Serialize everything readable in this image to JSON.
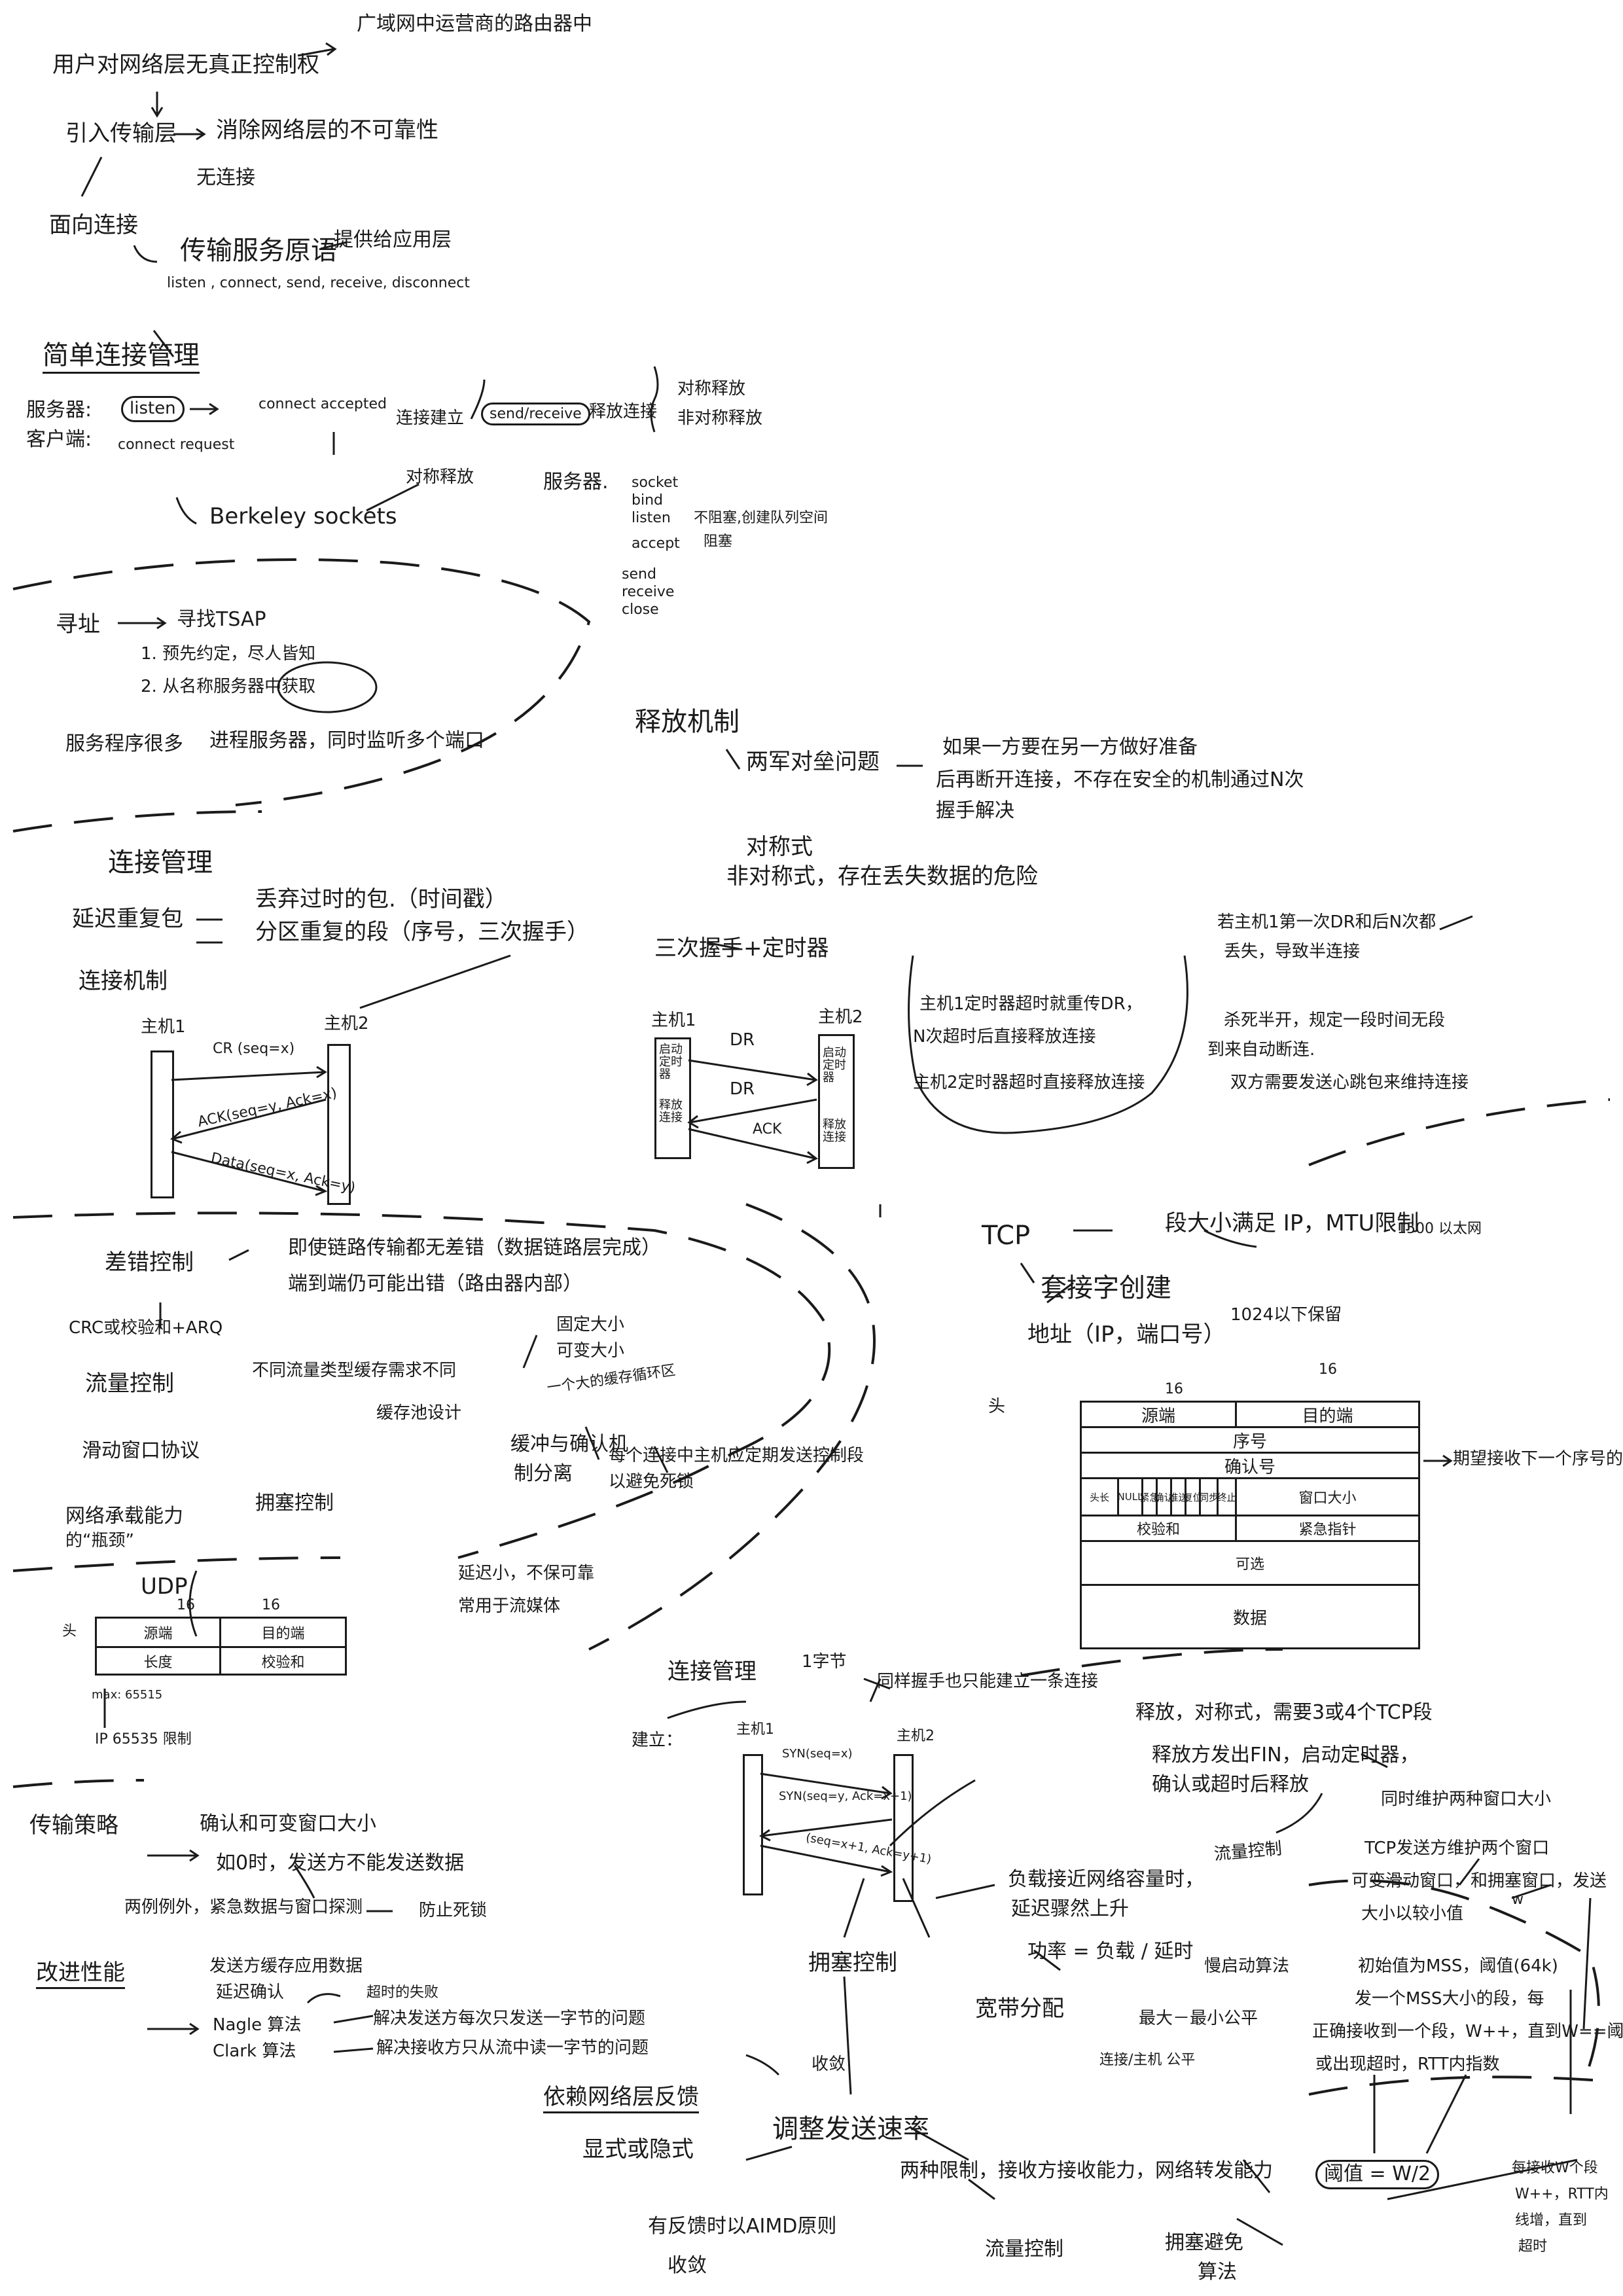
{
  "s1": {
    "user_no_control": "用户对网络层无真正控制权",
    "routers_in_wan": "广域网中运营商的路由器中",
    "hence_transport": "引入传输层",
    "eliminate_unreliable": "消除网络层的不可靠性",
    "connectionless": "无连接",
    "connection_oriented": "面向连接",
    "primitives": "传输服务原语",
    "provide_to_app": "提供给应用层",
    "primitive_list": "listen ,  connect, send, receive, disconnect"
  },
  "s2": {
    "title": "简单连接管理",
    "server": "服务器:",
    "client": "客户端:",
    "listen": "listen",
    "connect_request": "connect request",
    "connect_accepted": "connect accepted",
    "established": "连接建立",
    "send_receive": "send/receive",
    "release": "释放连接",
    "sym_release": "对称释放",
    "asym_release": "非对称释放",
    "berkeley": "Berkeley  sockets",
    "berkeley_sym": "对称释放",
    "server2": "服务器.",
    "calls": [
      "socket",
      "bind",
      "listen",
      "accept",
      "send",
      "receive",
      "close"
    ],
    "listen_note": "不阻塞,创建队列空间",
    "accept_note": "阻塞"
  },
  "s3": {
    "addressing": "寻址",
    "find_tsap": "寻找TSAP",
    "way1": "1.  预先约定，尽人皆知",
    "way2": "2.  从名称服务器中获取",
    "many_services": "服务程序很多",
    "process_server": "进程服务器，同时监听多个端口"
  },
  "s4": {
    "release_title": "释放机制",
    "two_army": "两军对垒问题",
    "if_each": "如果一方要在另一方做好准备",
    "then_break": "后再断开连接，不存在安全的机制通过N次",
    "handshakes": "握手解决",
    "symmetric": "对称式",
    "asymmetric": "非对称式，存在丢失数据的危险",
    "three_way_timer": "三次握手+定时器",
    "host1": "主机1",
    "host2": "主机2",
    "dr1": "DR",
    "dr2": "DR",
    "ack": "ACK",
    "h1_bar1": "启动定时器",
    "h1_bar2": "释放连接",
    "h2_bar1": "启动定时器",
    "h2_bar2": "释放连接",
    "note1": "主机1定时器超时就重传DR，",
    "note2": "N次超时后直接释放连接",
    "note3": "主机2定时器超时直接释放连接",
    "if_lost1": "若主机1第一次DR和后N次都",
    "if_lost2": "丢失，导致半连接",
    "fix1": "杀死半开，规定一段时间无段",
    "fix2": "到来自动断连.",
    "fix3": "双方需要发送心跳包来维持连接"
  },
  "s5": {
    "conn_mgmt": "连接管理",
    "delayed_dup": "延迟重复包",
    "discard_old": "丢弃过时的包.（时间戳）",
    "distinguish": "分区重复的段（序号，三次握手）",
    "conn_mechanism": "连接机制",
    "host1": "主机1",
    "host2": "主机2",
    "cr": "CR (seq=x)",
    "ack_msg": "ACK(seq=y, Ack=x)",
    "data_msg": "Data(seq=x, Ack=y)"
  },
  "s6": {
    "error_control": "差错控制",
    "even_if": "即使链路传输都无差错（数据链路层完成）",
    "end_to_end": "端到端仍可能出错（路由器内部）",
    "crc": "CRC或校验和+ARQ",
    "flow_control": "流量控制",
    "diff_traffic": "不同流量类型缓存需求不同",
    "buffer_design": "缓存池设计",
    "sliding_window": "滑动窗口协议",
    "fixed_size": "固定大小",
    "variable_size": "可变大小",
    "big_circular": "一个大的缓存循环区",
    "buffer_ack": "缓冲与确认机",
    "separate": "制分离",
    "each_conn": "每个连接中主机应定期发送控制段",
    "avoid_deadlock": "以避免死锁",
    "net_capacity1": "网络承载能力",
    "net_capacity2": "的“瓶颈”",
    "congestion_ctrl": "拥塞控制"
  },
  "s7": {
    "tcp": "TCP",
    "segment_limit": "段大小满足 IP，MTU限制",
    "mtu_1500": "1500 以太网",
    "socket_create": "套接字创建",
    "address": "地址（IP，端口号）",
    "reserved_1024": "1024以下保留",
    "header_mark": "头",
    "bits16a": "16",
    "bits16b": "16",
    "src_port": "源端",
    "dst_port": "目的端",
    "seq": "序号",
    "ack_no": "确认号",
    "flags": [
      "头长",
      "NULL",
      "紧急",
      "确认",
      "推送",
      "复位",
      "同步",
      "终止"
    ],
    "window": "窗口大小",
    "checksum": "校验和",
    "urgent_ptr": "紧急指针",
    "options": "可选",
    "data": "数据",
    "expect_next": "期望接收下一个序号的值"
  },
  "s8": {
    "udp": "UDP",
    "side_mark": "头",
    "b16a": "16",
    "b16b": "16",
    "src": "源端",
    "dst": "目的端",
    "len": "长度",
    "checksum": "校验和",
    "max_note": "max: 65515",
    "ip_note": "IP 65535 限制",
    "low_delay": "延迟小，不保可靠",
    "for_streaming": "常用于流媒体"
  },
  "s9": {
    "conn_mgmt": "连接管理",
    "one_byte": "1字节",
    "same_handshake": "同样握手也只能建立一条连接",
    "establish": "建立：",
    "host1": "主机1",
    "host2": "主机2",
    "syn1": "SYN(seq=x)",
    "syn2": "SYN(seq=y, Ack=x+1)",
    "ack3": "(seq=x+1, Ack=y+1)",
    "release": "释放，对称式，需要3或4个TCP段",
    "fin": "释放方发出FIN，启动定时器，",
    "ack_or_timeout": "确认或超时后释放"
  },
  "s10": {
    "strategy": "传输策略",
    "ack_window": "确认和可变窗口大小",
    "if_zero": "如0时，发送方不能发送数据",
    "exceptions": "两例例外，紧急数据与窗口探测",
    "prevent_deadlock": "防止死锁",
    "improve": "改进性能",
    "buffer_app": "发送方缓存应用数据",
    "delayed_ack": "延迟确认",
    "timeout_fail": "超时的失败",
    "nagle": "Nagle 算法",
    "nagle_desc": "解决发送方每次只发送一字节的问题",
    "clark": "Clark 算法",
    "clark_desc": "解决接收方只从流中读一字节的问题"
  },
  "s11": {
    "congestion": "拥塞控制",
    "load_near": "负载接近网络容量时，",
    "delay_rise": "延迟骤然上升",
    "power": "功率 = 负载 / 延时",
    "bandwidth": "宽带分配",
    "maxmin": "最大－最小公平",
    "conn_host_fair": "连接/主机 公平",
    "convergence": "收敛",
    "depend_feedback": "依赖网络层反馈",
    "explicit": "显式或隐式",
    "adjust_rate": "调整发送速率",
    "two_limits": "两种限制，接收方接收能力，网络转发能力",
    "aimd": "有反馈时以AIMD原则",
    "converge2": "收敛",
    "flow_ctrl": "流量控制",
    "cong_algo1": "拥塞避免",
    "cong_algo2": "算法",
    "flow_ctrl2": "流量控制",
    "two_windows": "同时维护两种窗口大小",
    "tcp_sender1": "TCP发送方维护两个窗口",
    "tcp_sender2": "可变滑动窗口，和拥塞窗口，发送",
    "tcp_sender3": "大小以较小值",
    "w": "w",
    "slow_start": "慢启动算法",
    "init_mss1": "初始值为MSS，阈值(64k)",
    "init_mss2": "发一个MSS大小的段，每",
    "init_mss3": "正确接收到一个段，W++，直到W==阈值",
    "init_mss4": "或出现超时，RTT内指数",
    "threshold": "阈值 = W/2",
    "each_recv1": "每接收W个段",
    "each_recv2": "W++，RTT内",
    "each_recv3": "线增，直到",
    "each_recv4": "超时"
  },
  "colors": {
    "ink": "#1a1a1a",
    "paper": "#ffffff"
  }
}
